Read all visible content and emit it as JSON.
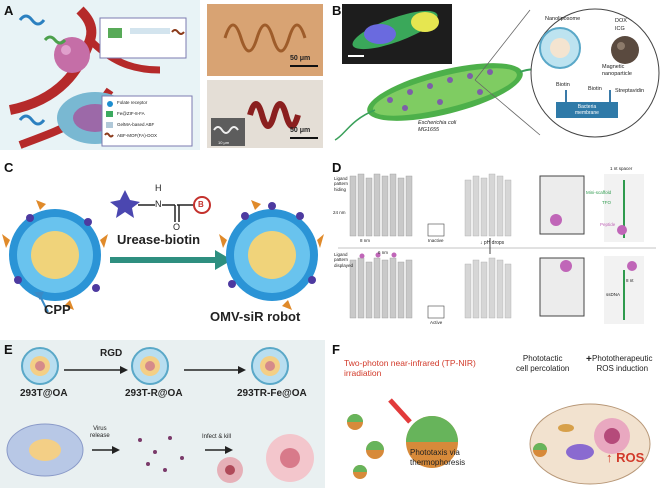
{
  "panels": {
    "a": {
      "label": "A",
      "legend": [
        "Folate receptor",
        "Fe@ZIF-8-FA",
        "GelMA-based ABF",
        "ABF-MOF(FA)-DOX"
      ],
      "scalebar_top": "50 μm",
      "scalebar_bottom": "50 μm",
      "inset_scale": "10 μm"
    },
    "b": {
      "label": "B",
      "bacterium": "Escherichia coli\nMG1655",
      "nanoliposome": "Nanoliposome",
      "dox": "DOX",
      "icg": "ICG",
      "magnetic": "Magnetic\nnanoparticle",
      "biotin_left": "Biotin",
      "biotin_right": "Biotin",
      "streptavidin": "Streptavidin",
      "membrane": "Bacteria\nmembrane"
    },
    "c": {
      "label": "C",
      "formula_h": "H",
      "formula_n": "N",
      "formula_o": "O",
      "formula_b": "B",
      "urease": "Urease-biotin",
      "cpp": "CPP",
      "robot": "OMV-siR robot"
    },
    "d": {
      "label": "D",
      "hiding": "Ligand\npattern\nhiding",
      "displayed": "Ligand\npattern\ndisplayed",
      "len": "24 nm",
      "width": "8 nm",
      "ph": "↓ pH drops",
      "inactive": "Inactive",
      "active": "Active",
      "spacer": "1 nt spacer",
      "mini": "Mini-scaffold",
      "tfo": "TFO",
      "peptide": "Peptide",
      "nt8": "8 nt",
      "ssdna": "ssDNA",
      "small_nm": "6 nm"
    },
    "e": {
      "label": "E",
      "a1": "293T@OA",
      "rgd": "RGD",
      "a2": "293T-R@OA",
      "a3": "293TR-Fe@OA",
      "virus": "Virus\nrelease",
      "infect": "Infect & kill"
    },
    "f": {
      "label": "F",
      "tpnir": "Two-photon near-infrared (TP-NIR)\nirradiation",
      "phototaxis": "Phototaxis via\nthermophoresis",
      "percolation": "Phototactic\ncell percolation",
      "plus": "+",
      "ros_induction": "Phototherapeutic\nROS induction",
      "ros": "↑ ROS"
    }
  }
}
